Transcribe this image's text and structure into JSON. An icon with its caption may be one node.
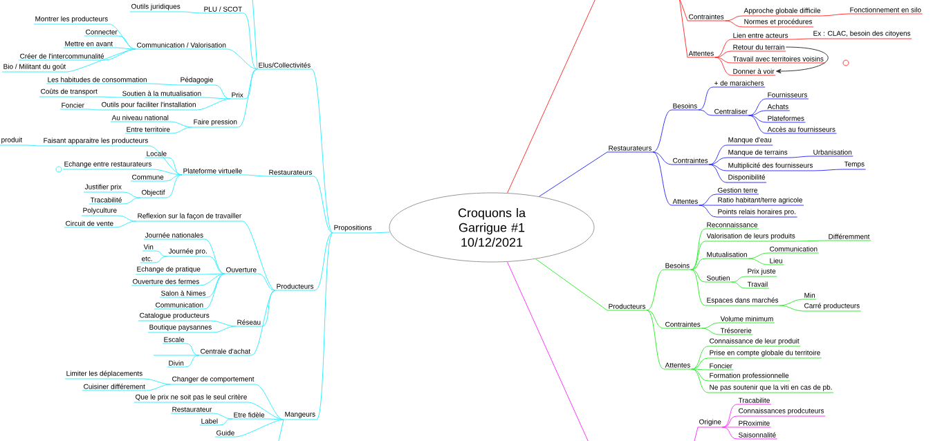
{
  "diagram": {
    "nodes": [
      {
        "text": [
          "Croquons la Garrigue #1 10/12/2021"
        ]
      },
      {
        "text": [
          "Propositions"
        ]
      },
      {
        "text": [
          "Elus/Collectivités"
        ]
      },
      {
        "text": [
          "PLU / SCOT"
        ]
      },
      {
        "text": [
          "Outils juridiques"
        ]
      },
      {
        "text": [
          "Communication / Valorisation"
        ]
      },
      {
        "text": [
          "Montrer les producteurs"
        ]
      },
      {
        "text": [
          "Connecter"
        ]
      },
      {
        "text": [
          "Mettre en avant"
        ]
      },
      {
        "text": [
          "Créer de l'intercommunalité"
        ]
      },
      {
        "text": [
          "Bio / Militant du goût"
        ]
      },
      {
        "text": [
          "Prix"
        ]
      },
      {
        "text": [
          "Pédagogie"
        ]
      },
      {
        "text": [
          "Les habitudes de consommation"
        ]
      },
      {
        "text": [
          "Soutien à la mutualisation"
        ]
      },
      {
        "text": [
          "Coûts de transport"
        ]
      },
      {
        "text": [
          "Outils pour faciliter l'installation"
        ]
      },
      {
        "text": [
          "Foncier"
        ]
      },
      {
        "text": [
          "Faire pression"
        ]
      },
      {
        "text": [
          "Au niveau national"
        ]
      },
      {
        "text": [
          "Entre territoire"
        ]
      },
      {
        "text": [
          "Restaurateurs"
        ]
      },
      {
        "text": [
          "Plateforme virtuelle"
        ]
      },
      {
        "text": [
          "Faisant apparaitre les producteurs"
        ]
      },
      {
        "text": [
          "produit"
        ]
      },
      {
        "text": [
          "Locale"
        ]
      },
      {
        "text": [
          "Echange entre restaurateurs"
        ]
      },
      {
        "text": [
          "Commune"
        ]
      },
      {
        "text": [
          "Objectif"
        ]
      },
      {
        "text": [
          "Justifier prix"
        ]
      },
      {
        "text": [
          "Tracabilité"
        ]
      },
      {
        "text": [
          "Producteurs"
        ]
      },
      {
        "text": [
          "Reflexion sur la façon de travailler"
        ]
      },
      {
        "text": [
          "Polyculture"
        ]
      },
      {
        "text": [
          "Circuit de vente"
        ]
      },
      {
        "text": [
          "Ouverture"
        ]
      },
      {
        "text": [
          "Journée nationales"
        ]
      },
      {
        "text": [
          "Journée pro."
        ]
      },
      {
        "text": [
          "Vin"
        ]
      },
      {
        "text": [
          "etc."
        ]
      },
      {
        "text": [
          "Echange de pratique"
        ]
      },
      {
        "text": [
          "Ouverture des fermes"
        ]
      },
      {
        "text": [
          "Salon à Nimes"
        ]
      },
      {
        "text": [
          "Communication"
        ]
      },
      {
        "text": [
          "Réseau"
        ]
      },
      {
        "text": [
          "Catalogue producteurs"
        ]
      },
      {
        "text": [
          "Boutique paysannes"
        ]
      },
      {
        "text": [
          "Centrale d'achat"
        ]
      },
      {
        "text": [
          "Escale"
        ]
      },
      {
        "text": [],
        "shape": "bar"
      },
      {
        "text": [
          "Divin"
        ]
      },
      {
        "text": [
          "Mangeurs"
        ]
      },
      {
        "text": [
          "Changer de comportement"
        ]
      },
      {
        "text": [
          "Limiter les déplacements"
        ]
      },
      {
        "text": [
          "Cuisiner différement"
        ]
      },
      {
        "text": [
          "Que le prix ne soit pas le seul critère"
        ]
      },
      {
        "text": [
          "Etre fidèle"
        ]
      },
      {
        "text": [
          "Restaurateur"
        ]
      },
      {
        "text": [
          "Label"
        ]
      },
      {
        "text": [
          "Guide"
        ]
      },
      {
        "text": [
          "Contraintes"
        ]
      },
      {
        "text": [
          "Approche globale difficile"
        ]
      },
      {
        "text": [
          "Fonctionnement en silo"
        ]
      },
      {
        "text": [
          "Normes et procédures"
        ]
      },
      {
        "text": [
          "Attentes"
        ]
      },
      {
        "text": [
          "Lien entre acteurs"
        ]
      },
      {
        "text": [
          "Ex : CLAC, besoin des citoyens"
        ]
      },
      {
        "text": [
          "Retour du terrain"
        ]
      },
      {
        "text": [
          "Travail avec territoires voisins"
        ]
      },
      {
        "text": [
          "Donner à voir"
        ]
      },
      {
        "text": [
          "Restaurateurs"
        ]
      },
      {
        "text": [
          "Besoins"
        ]
      },
      {
        "text": [
          "+ de maraichers"
        ]
      },
      {
        "text": [
          "Centraliser"
        ]
      },
      {
        "text": [
          "Fournisseurs"
        ]
      },
      {
        "text": [
          "Achats"
        ]
      },
      {
        "text": [
          "Plateformes"
        ]
      },
      {
        "text": [
          "Accès au fournisseurs"
        ]
      },
      {
        "text": [
          "Contraintes"
        ]
      },
      {
        "text": [
          "Manque d'eau"
        ]
      },
      {
        "text": [
          "Manque de terrains"
        ]
      },
      {
        "text": [
          "Urbanisation"
        ]
      },
      {
        "text": [
          "Multiplicité des fournisseurs"
        ]
      },
      {
        "text": [
          "Temps"
        ]
      },
      {
        "text": [
          "Disponibilité"
        ]
      },
      {
        "text": [
          "Attentes"
        ]
      },
      {
        "text": [
          "Gestion terre"
        ]
      },
      {
        "text": [
          "Ratio habitant/terre agricole"
        ]
      },
      {
        "text": [
          "Points relais horaires pro."
        ]
      },
      {
        "text": [
          "Producteurs"
        ]
      },
      {
        "text": [
          "Besoins"
        ]
      },
      {
        "text": [
          "Reconnaissance"
        ]
      },
      {
        "text": [
          "Valorisation de leurs produits"
        ]
      },
      {
        "text": [
          "Différemment"
        ]
      },
      {
        "text": [
          "Mutualisation"
        ]
      },
      {
        "text": [
          "Communication"
        ]
      },
      {
        "text": [
          "Lieu"
        ]
      },
      {
        "text": [
          "Soutien"
        ]
      },
      {
        "text": [
          "Prix juste"
        ]
      },
      {
        "text": [
          "Travail"
        ]
      },
      {
        "text": [
          "Espaces dans marchés"
        ]
      },
      {
        "text": [
          "Min"
        ]
      },
      {
        "text": [
          "Carré producteurs"
        ]
      },
      {
        "text": [
          "Contraintes"
        ]
      },
      {
        "text": [
          "Volume minimum"
        ]
      },
      {
        "text": [
          "Trésorerie"
        ]
      },
      {
        "text": [
          "Attentes"
        ]
      },
      {
        "text": [
          "Connaissance de leur produit"
        ]
      },
      {
        "text": [
          "Prise en compte globale du territoire"
        ]
      },
      {
        "text": [
          "Foncier"
        ]
      },
      {
        "text": [
          "Formation professionnelle"
        ]
      },
      {
        "text": [
          "Ne pas soutenir que la viti en cas de pb."
        ]
      },
      {
        "text": [
          "Origine"
        ]
      },
      {
        "text": [
          "Tracabilite"
        ]
      },
      {
        "text": [
          "Connaissances prodcuteurs"
        ]
      },
      {
        "text": [
          "PRoximite"
        ]
      },
      {
        "text": [
          "Saisonnalité"
        ]
      }
    ],
    "edges": [
      {
        "from": 0,
        "to": 1,
        "arrow": "none"
      },
      {
        "from": 1,
        "to": 2,
        "arrow": "none"
      },
      {
        "from": 2,
        "to": 3,
        "arrow": "none"
      },
      {
        "from": 3,
        "to": 4,
        "arrow": "none"
      },
      {
        "from": 2,
        "to": 5,
        "arrow": "none"
      },
      {
        "from": 5,
        "to": 6,
        "arrow": "none"
      },
      {
        "from": 5,
        "to": 7,
        "arrow": "none"
      },
      {
        "from": 5,
        "to": 8,
        "arrow": "none"
      },
      {
        "from": 5,
        "to": 9,
        "arrow": "none"
      },
      {
        "from": 5,
        "to": 10,
        "arrow": "none"
      },
      {
        "from": 2,
        "to": 11,
        "arrow": "none"
      },
      {
        "from": 11,
        "to": 12,
        "arrow": "none"
      },
      {
        "from": 12,
        "to": 13,
        "arrow": "none"
      },
      {
        "from": 11,
        "to": 14,
        "arrow": "none"
      },
      {
        "from": 14,
        "to": 15,
        "arrow": "none"
      },
      {
        "from": 11,
        "to": 16,
        "arrow": "none"
      },
      {
        "from": 16,
        "to": 17,
        "arrow": "none"
      },
      {
        "from": 2,
        "to": 18,
        "arrow": "none"
      },
      {
        "from": 18,
        "to": 19,
        "arrow": "none"
      },
      {
        "from": 18,
        "to": 20,
        "arrow": "none"
      },
      {
        "from": 2,
        "to": null,
        "arrow": "none"
      },
      {
        "from": 1,
        "to": 21,
        "arrow": "none"
      },
      {
        "from": 21,
        "to": 22,
        "arrow": "none"
      },
      {
        "from": 22,
        "to": 23,
        "arrow": "none"
      },
      {
        "from": 23,
        "to": 24,
        "arrow": "none"
      },
      {
        "from": 22,
        "to": 25,
        "arrow": "none"
      },
      {
        "from": 22,
        "to": 26,
        "arrow": "none"
      },
      {
        "from": 22,
        "to": 27,
        "arrow": "none"
      },
      {
        "from": 22,
        "to": 28,
        "arrow": "none"
      },
      {
        "from": 28,
        "to": 29,
        "arrow": "none"
      },
      {
        "from": 28,
        "to": 30,
        "arrow": "none"
      },
      {
        "from": 1,
        "to": 31,
        "arrow": "none"
      },
      {
        "from": 31,
        "to": 32,
        "arrow": "none"
      },
      {
        "from": 32,
        "to": 33,
        "arrow": "none"
      },
      {
        "from": 32,
        "to": 34,
        "arrow": "none"
      },
      {
        "from": 31,
        "to": 35,
        "arrow": "none"
      },
      {
        "from": 35,
        "to": 36,
        "arrow": "none"
      },
      {
        "from": 35,
        "to": 37,
        "arrow": "none"
      },
      {
        "from": 37,
        "to": 38,
        "arrow": "none"
      },
      {
        "from": 37,
        "to": 39,
        "arrow": "none"
      },
      {
        "from": 35,
        "to": 40,
        "arrow": "none"
      },
      {
        "from": 35,
        "to": 41,
        "arrow": "none"
      },
      {
        "from": 35,
        "to": 42,
        "arrow": "none"
      },
      {
        "from": 35,
        "to": 43,
        "arrow": "none"
      },
      {
        "from": 31,
        "to": 44,
        "arrow": "none"
      },
      {
        "from": 44,
        "to": 45,
        "arrow": "none"
      },
      {
        "from": 44,
        "to": 46,
        "arrow": "none"
      },
      {
        "from": 31,
        "to": 47,
        "arrow": "none"
      },
      {
        "from": 47,
        "to": 48,
        "arrow": "none"
      },
      {
        "from": 47,
        "to": 49,
        "arrow": "none"
      },
      {
        "from": 47,
        "to": 50,
        "arrow": "none"
      },
      {
        "from": 1,
        "to": 51,
        "arrow": "none"
      },
      {
        "from": 51,
        "to": 52,
        "arrow": "none"
      },
      {
        "from": 52,
        "to": 53,
        "arrow": "none"
      },
      {
        "from": 52,
        "to": 54,
        "arrow": "none"
      },
      {
        "from": 51,
        "to": 55,
        "arrow": "none"
      },
      {
        "from": 51,
        "to": 56,
        "arrow": "none"
      },
      {
        "from": 56,
        "to": 57,
        "arrow": "none"
      },
      {
        "from": 56,
        "to": 58,
        "arrow": "none"
      },
      {
        "from": 51,
        "to": 59,
        "arrow": "none"
      },
      {
        "from": 51,
        "to": null,
        "arrow": "none"
      },
      {
        "from": 0,
        "to": null,
        "arrow": "none",
        "color": "#ff3333"
      },
      {
        "from": null,
        "to": 60,
        "arrow": "none",
        "color": "#ff3333"
      },
      {
        "from": 60,
        "to": 61,
        "arrow": "none",
        "color": "#ff3333"
      },
      {
        "from": 61,
        "to": 62,
        "arrow": "none",
        "color": "#ff3333"
      },
      {
        "from": 60,
        "to": 63,
        "arrow": "none",
        "color": "#ff3333"
      },
      {
        "from": null,
        "to": 64,
        "arrow": "none",
        "color": "#ff3333"
      },
      {
        "from": 64,
        "to": 65,
        "arrow": "none",
        "color": "#ff3333"
      },
      {
        "from": 65,
        "to": 66,
        "arrow": "none",
        "color": "#ff3333"
      },
      {
        "from": 64,
        "to": 67,
        "arrow": "none",
        "color": "#ff3333"
      },
      {
        "from": 64,
        "to": 68,
        "arrow": "none",
        "color": "#ff3333"
      },
      {
        "from": 64,
        "to": 69,
        "arrow": "none",
        "color": "#ff3333"
      },
      {
        "from": 67,
        "to": 69,
        "arrow": "to",
        "color": "#333333"
      },
      {
        "from": 0,
        "to": 70,
        "arrow": "none",
        "color": "#3333ff"
      },
      {
        "from": 70,
        "to": 71,
        "arrow": "none",
        "color": "#3333ff"
      },
      {
        "from": 71,
        "to": 72,
        "arrow": "none",
        "color": "#3333ff"
      },
      {
        "from": 71,
        "to": 73,
        "arrow": "none",
        "color": "#3333ff"
      },
      {
        "from": 73,
        "to": 74,
        "arrow": "none",
        "color": "#3333ff"
      },
      {
        "from": 73,
        "to": 75,
        "arrow": "none",
        "color": "#3333ff"
      },
      {
        "from": 73,
        "to": 76,
        "arrow": "none",
        "color": "#3333ff"
      },
      {
        "from": 73,
        "to": 77,
        "arrow": "none",
        "color": "#3333ff"
      },
      {
        "from": 70,
        "to": 78,
        "arrow": "none",
        "color": "#3333ff"
      },
      {
        "from": 78,
        "to": 79,
        "arrow": "none",
        "color": "#3333ff"
      },
      {
        "from": 78,
        "to": 80,
        "arrow": "none",
        "color": "#3333ff"
      },
      {
        "from": 80,
        "to": 81,
        "arrow": "none",
        "color": "#3333ff"
      },
      {
        "from": 78,
        "to": 82,
        "arrow": "none",
        "color": "#3333ff"
      },
      {
        "from": 82,
        "to": 83,
        "arrow": "none",
        "color": "#3333ff"
      },
      {
        "from": 78,
        "to": 84,
        "arrow": "none",
        "color": "#3333ff"
      },
      {
        "from": 70,
        "to": 85,
        "arrow": "none",
        "color": "#3333ff"
      },
      {
        "from": 85,
        "to": 86,
        "arrow": "none",
        "color": "#3333ff"
      },
      {
        "from": 85,
        "to": 87,
        "arrow": "none",
        "color": "#3333ff"
      },
      {
        "from": 85,
        "to": 88,
        "arrow": "none",
        "color": "#3333ff"
      },
      {
        "from": 0,
        "to": 89,
        "arrow": "none",
        "color": "#33ee33"
      },
      {
        "from": 89,
        "to": 90,
        "arrow": "none",
        "color": "#33ee33"
      },
      {
        "from": 90,
        "to": 91,
        "arrow": "none",
        "color": "#33ee33"
      },
      {
        "from": 90,
        "to": 92,
        "arrow": "none",
        "color": "#33ee33"
      },
      {
        "from": 92,
        "to": 93,
        "arrow": "none",
        "color": "#33ee33"
      },
      {
        "from": 90,
        "to": 94,
        "arrow": "none",
        "color": "#33ee33"
      },
      {
        "from": 94,
        "to": 95,
        "arrow": "none",
        "color": "#33ee33"
      },
      {
        "from": 94,
        "to": 96,
        "arrow": "none",
        "color": "#33ee33"
      },
      {
        "from": 90,
        "to": 97,
        "arrow": "none",
        "color": "#33ee33"
      },
      {
        "from": 97,
        "to": 98,
        "arrow": "none",
        "color": "#33ee33"
      },
      {
        "from": 97,
        "to": 99,
        "arrow": "none",
        "color": "#33ee33"
      },
      {
        "from": 90,
        "to": 100,
        "arrow": "none",
        "color": "#33ee33"
      },
      {
        "from": 100,
        "to": 101,
        "arrow": "none",
        "color": "#33ee33"
      },
      {
        "from": 100,
        "to": 102,
        "arrow": "none",
        "color": "#33ee33"
      },
      {
        "from": 89,
        "to": 103,
        "arrow": "none",
        "color": "#33ee33"
      },
      {
        "from": 103,
        "to": 104,
        "arrow": "none",
        "color": "#33ee33"
      },
      {
        "from": 103,
        "to": 105,
        "arrow": "none",
        "color": "#33ee33"
      },
      {
        "from": 89,
        "to": 106,
        "arrow": "none",
        "color": "#33ee33"
      },
      {
        "from": 106,
        "to": 107,
        "arrow": "none",
        "color": "#33ee33"
      },
      {
        "from": 106,
        "to": 108,
        "arrow": "none",
        "color": "#33ee33"
      },
      {
        "from": 106,
        "to": 109,
        "arrow": "none",
        "color": "#33ee33"
      },
      {
        "from": 106,
        "to": 110,
        "arrow": "none",
        "color": "#33ee33"
      },
      {
        "from": 106,
        "to": 111,
        "arrow": "none",
        "color": "#33ee33"
      },
      {
        "from": 0,
        "to": null,
        "arrow": "none",
        "color": "#ff33ff"
      },
      {
        "from": null,
        "to": 112,
        "arrow": "none",
        "color": "#ff33ff"
      },
      {
        "from": 112,
        "to": 113,
        "arrow": "none",
        "color": "#ff33ff"
      },
      {
        "from": 112,
        "to": 114,
        "arrow": "none",
        "color": "#ff33ff"
      },
      {
        "from": 112,
        "to": 115,
        "arrow": "none",
        "color": "#ff33ff"
      },
      {
        "from": 112,
        "to": 116,
        "arrow": "none",
        "color": "#ff33ff"
      }
    ]
  }
}
